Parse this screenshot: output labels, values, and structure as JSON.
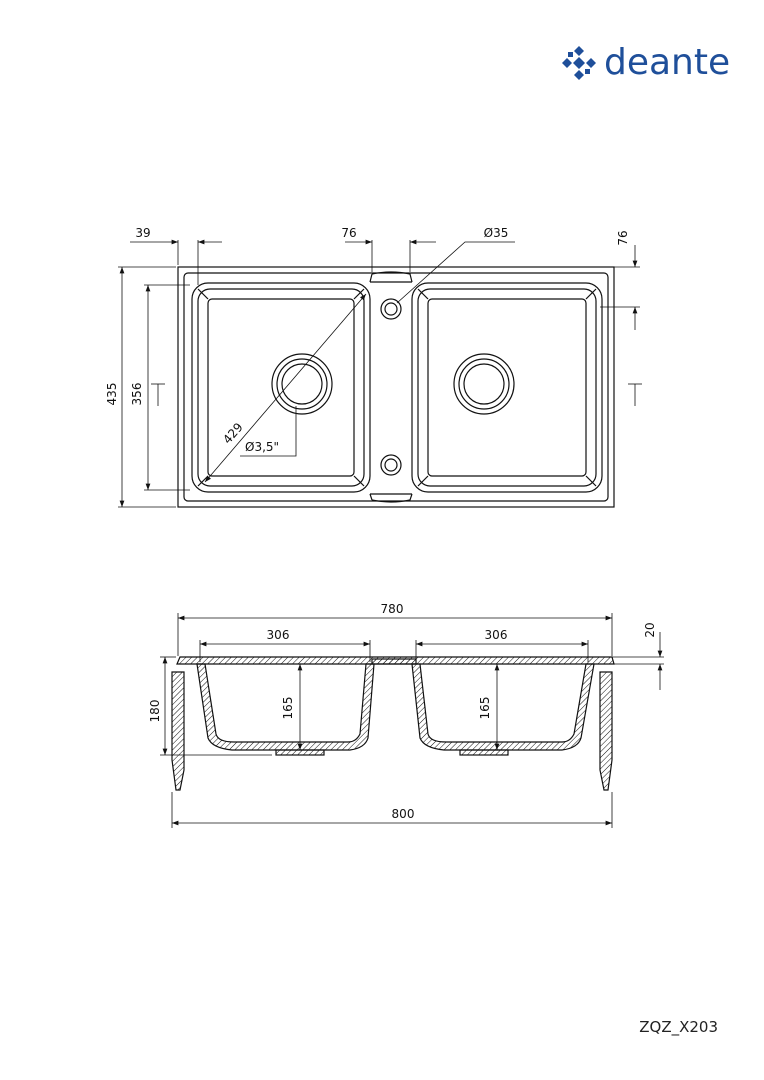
{
  "brand": {
    "name": "deante",
    "color": "#1f4f9a",
    "icon": "deante-logo-icon"
  },
  "product_code": "ZQZ_X203",
  "top_view": {
    "dim_offset": "39",
    "dim_hole_spacing": "76",
    "dim_hole_diameter": "Ø35",
    "dim_right_offset": "76",
    "dim_overall_depth": "435",
    "dim_bowl_depth": "356",
    "dim_diagonal": "429",
    "dim_drain": "Ø3,5\""
  },
  "side_view": {
    "dim_overall_width": "780",
    "dim_bowl_left_width": "306",
    "dim_bowl_right_width": "306",
    "dim_rim": "20",
    "dim_total_height": "180",
    "dim_bowl_left_depth": "165",
    "dim_bowl_right_depth": "165",
    "dim_cabinet": "800"
  }
}
